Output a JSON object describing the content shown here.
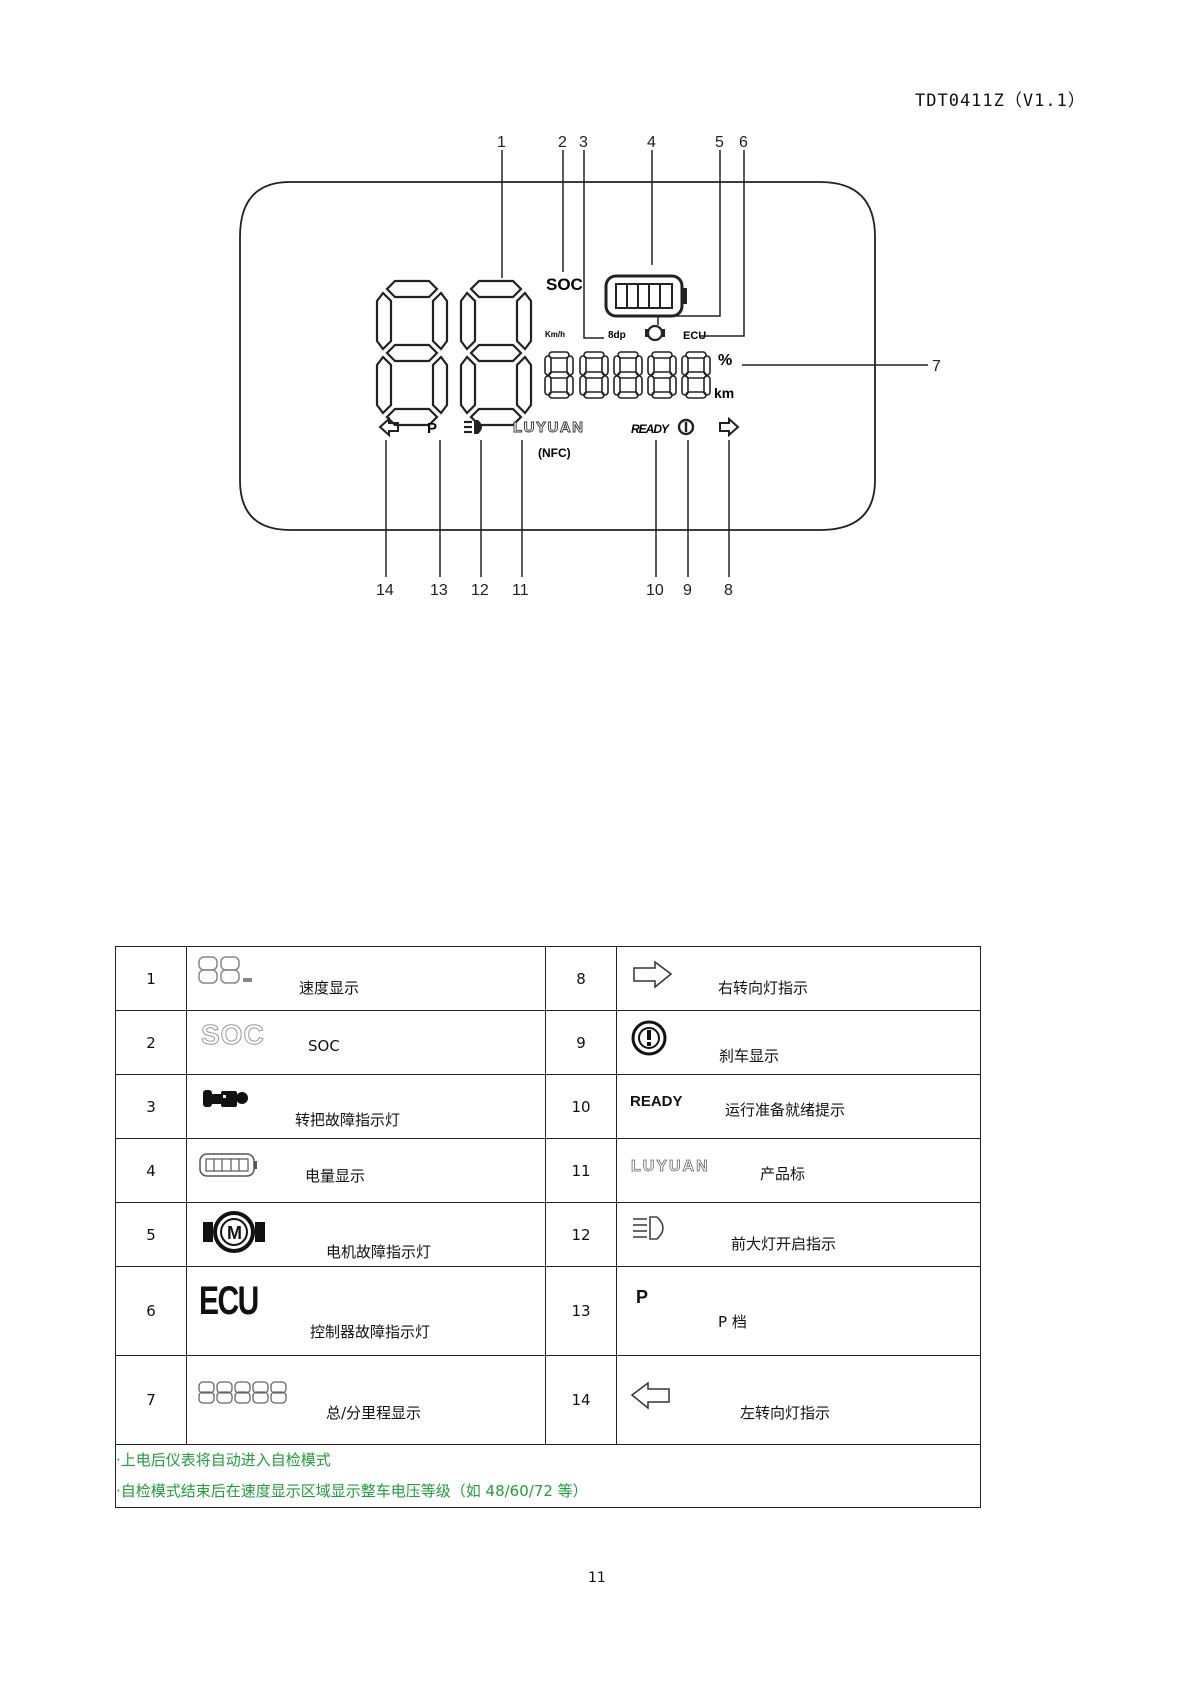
{
  "header": {
    "doc_code": "TDT0411Z（V1.1）"
  },
  "diagram": {
    "callouts": [
      "1",
      "2",
      "3",
      "4",
      "5",
      "6",
      "7",
      "8",
      "9",
      "10",
      "11",
      "12",
      "13",
      "14"
    ],
    "lcd": {
      "soc_text": "SOC",
      "speed_unit": "Km/h",
      "handle_text": "8dp",
      "ecu_text": "ECU",
      "percent": "%",
      "km_unit": "km",
      "brand": "LUYUAN",
      "nfc": "(NFC)",
      "ready": "READY",
      "p_gear": "P"
    }
  },
  "table": {
    "rows": [
      {
        "left": {
          "num": "1",
          "icon": "speed-digits-icon",
          "label": "速度显示"
        },
        "right": {
          "num": "8",
          "icon": "right-arrow-icon",
          "label": "右转向灯指示"
        }
      },
      {
        "left": {
          "num": "2",
          "icon": "soc-text-icon",
          "icon_text": "SOC",
          "label": "SOC"
        },
        "right": {
          "num": "9",
          "icon": "brake-warning-icon",
          "label": "刹车显示"
        }
      },
      {
        "left": {
          "num": "3",
          "icon": "handle-fault-icon",
          "label": "转把故障指示灯"
        },
        "right": {
          "num": "10",
          "icon": "ready-text-icon",
          "icon_text": "READY",
          "label": "运行准备就绪提示"
        }
      },
      {
        "left": {
          "num": "4",
          "icon": "battery-icon",
          "label": "电量显示"
        },
        "right": {
          "num": "11",
          "icon": "luyuan-logo-icon",
          "icon_text": "LUYUAN",
          "label": "产品标"
        }
      },
      {
        "left": {
          "num": "5",
          "icon": "motor-fault-icon",
          "label": "电机故障指示灯"
        },
        "right": {
          "num": "12",
          "icon": "headlight-icon",
          "label": "前大灯开启指示"
        }
      },
      {
        "left": {
          "num": "6",
          "icon": "ecu-text-icon",
          "icon_text": "ECU",
          "label": "控制器故障指示灯"
        },
        "right": {
          "num": "13",
          "icon": "p-gear-icon",
          "icon_text": "P",
          "label": "P 档"
        }
      },
      {
        "left": {
          "num": "7",
          "icon": "odometer-digits-icon",
          "label": "总/分里程显示"
        },
        "right": {
          "num": "14",
          "icon": "left-arrow-icon",
          "label": "左转向灯指示"
        }
      }
    ],
    "notes": [
      "·上电后仪表将自动进入自检模式",
      "·自检模式结束后在速度显示区域显示整车电压等级（如 48/60/72 等）"
    ]
  },
  "page_number": "11"
}
